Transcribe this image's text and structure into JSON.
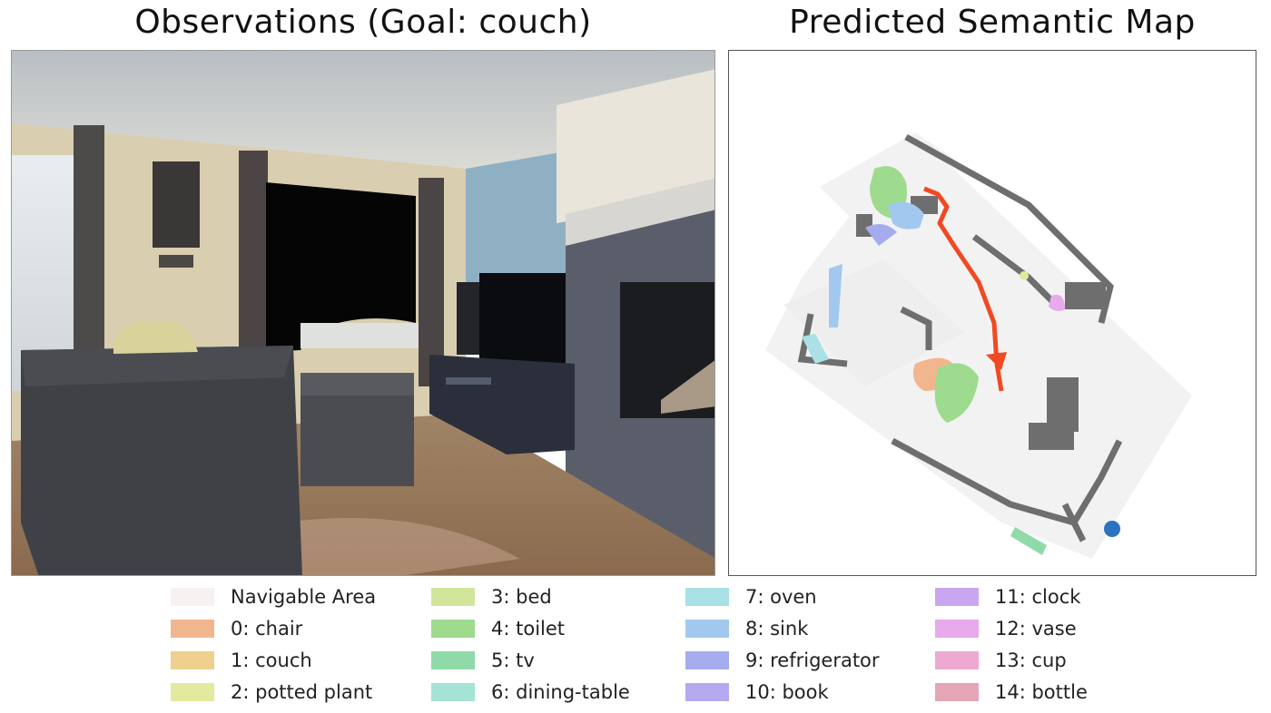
{
  "titles": {
    "observations": "Observations (Goal: couch)",
    "map": "Predicted Semantic Map"
  },
  "legend": [
    {
      "label": "Navigable Area",
      "color": "#f7f1f2"
    },
    {
      "label": "0: chair",
      "color": "#f2b68e"
    },
    {
      "label": "1: couch",
      "color": "#efd08f"
    },
    {
      "label": "2: potted plant",
      "color": "#e3ea9e"
    },
    {
      "label": "3: bed",
      "color": "#d1e69a"
    },
    {
      "label": "4: toilet",
      "color": "#9fdb8e"
    },
    {
      "label": "5: tv",
      "color": "#8fdaa8"
    },
    {
      "label": "6: dining-table",
      "color": "#a4e3d6"
    },
    {
      "label": "7: oven",
      "color": "#a9e1e6"
    },
    {
      "label": "8: sink",
      "color": "#a2c8ef"
    },
    {
      "label": "9: refrigerator",
      "color": "#a4acee"
    },
    {
      "label": "10: book",
      "color": "#b5a9f0"
    },
    {
      "label": "11: clock",
      "color": "#c9a6ef"
    },
    {
      "label": "12: vase",
      "color": "#e8a9ed"
    },
    {
      "label": "13: cup",
      "color": "#eda9d2"
    },
    {
      "label": "14: bottle",
      "color": "#e4a6b6"
    }
  ],
  "map": {
    "obstacle_color": "#6e6e6e",
    "trajectory_color": "#f04a22",
    "agent_color": "#2a73be"
  }
}
